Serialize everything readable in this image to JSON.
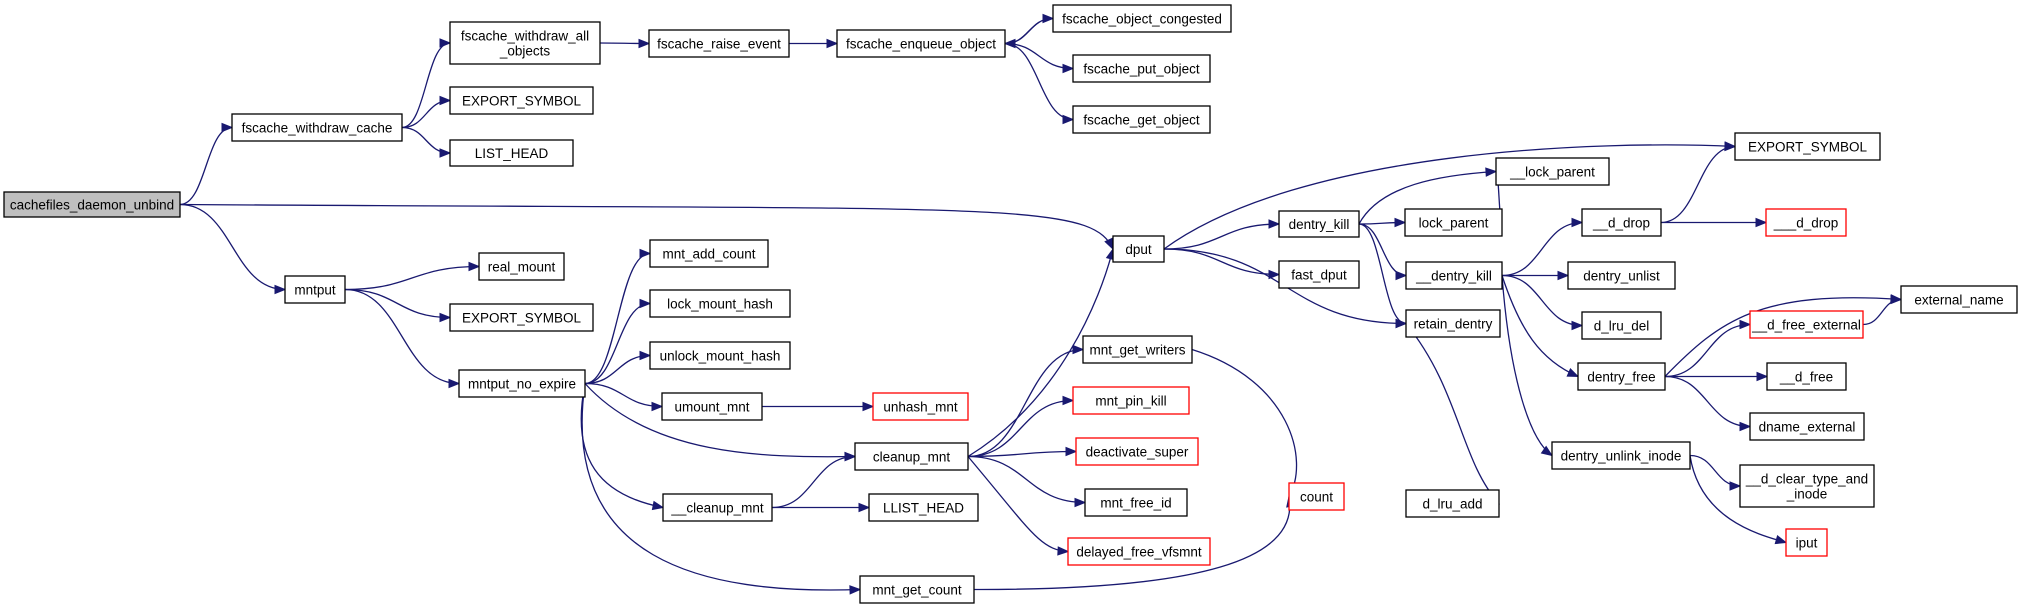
{
  "graph": {
    "root": "cachefiles_daemon_unbind",
    "nodes": [
      {
        "id": "root",
        "lines": [
          "cachefiles_daemon_unbind"
        ],
        "style": "root"
      },
      {
        "id": "withdraw_cache",
        "lines": [
          "fscache_withdraw_cache"
        ]
      },
      {
        "id": "withdraw_all",
        "lines": [
          "fscache_withdraw_all",
          "_objects"
        ]
      },
      {
        "id": "export1",
        "lines": [
          "EXPORT_SYMBOL"
        ]
      },
      {
        "id": "list_head",
        "lines": [
          "LIST_HEAD"
        ]
      },
      {
        "id": "raise_event",
        "lines": [
          "fscache_raise_event"
        ]
      },
      {
        "id": "enqueue",
        "lines": [
          "fscache_enqueue_object"
        ]
      },
      {
        "id": "congested",
        "lines": [
          "fscache_object_congested"
        ]
      },
      {
        "id": "put_object",
        "lines": [
          "fscache_put_object"
        ]
      },
      {
        "id": "get_object",
        "lines": [
          "fscache_get_object"
        ]
      },
      {
        "id": "export2",
        "lines": [
          "EXPORT_SYMBOL"
        ]
      },
      {
        "id": "lock_parent_u",
        "lines": [
          "__lock_parent"
        ]
      },
      {
        "id": "dput",
        "lines": [
          "dput"
        ]
      },
      {
        "id": "dentry_kill",
        "lines": [
          "dentry_kill"
        ]
      },
      {
        "id": "lock_parent",
        "lines": [
          "lock_parent"
        ]
      },
      {
        "id": "d_drop_u",
        "lines": [
          "__d_drop"
        ]
      },
      {
        "id": "d_drop_uu",
        "lines": [
          "___d_drop"
        ],
        "style": "red"
      },
      {
        "id": "fast_dput",
        "lines": [
          "fast_dput"
        ]
      },
      {
        "id": "dentry_kill_u",
        "lines": [
          "__dentry_kill"
        ]
      },
      {
        "id": "dentry_unlist",
        "lines": [
          "dentry_unlist"
        ]
      },
      {
        "id": "d_lru_del",
        "lines": [
          "d_lru_del"
        ]
      },
      {
        "id": "retain_dentry",
        "lines": [
          "retain_dentry"
        ]
      },
      {
        "id": "external_name",
        "lines": [
          "external_name"
        ]
      },
      {
        "id": "d_free_external",
        "lines": [
          "__d_free_external"
        ],
        "style": "red"
      },
      {
        "id": "dentry_free",
        "lines": [
          "dentry_free"
        ]
      },
      {
        "id": "d_free",
        "lines": [
          "__d_free"
        ]
      },
      {
        "id": "dname_external",
        "lines": [
          "dname_external"
        ]
      },
      {
        "id": "dentry_unlink_inode",
        "lines": [
          "dentry_unlink_inode"
        ]
      },
      {
        "id": "d_clear_type",
        "lines": [
          "__d_clear_type_and",
          "_inode"
        ]
      },
      {
        "id": "iput",
        "lines": [
          "iput"
        ],
        "style": "red"
      },
      {
        "id": "d_lru_add",
        "lines": [
          "d_lru_add"
        ]
      },
      {
        "id": "mntput",
        "lines": [
          "mntput"
        ]
      },
      {
        "id": "real_mount",
        "lines": [
          "real_mount"
        ]
      },
      {
        "id": "export3",
        "lines": [
          "EXPORT_SYMBOL"
        ]
      },
      {
        "id": "mntput_no_expire",
        "lines": [
          "mntput_no_expire"
        ]
      },
      {
        "id": "mnt_add_count",
        "lines": [
          "mnt_add_count"
        ]
      },
      {
        "id": "lock_mount_hash",
        "lines": [
          "lock_mount_hash"
        ]
      },
      {
        "id": "unlock_mount_hash",
        "lines": [
          "unlock_mount_hash"
        ]
      },
      {
        "id": "umount_mnt",
        "lines": [
          "umount_mnt"
        ]
      },
      {
        "id": "unhash_mnt",
        "lines": [
          "unhash_mnt"
        ],
        "style": "red"
      },
      {
        "id": "cleanup_mnt",
        "lines": [
          "cleanup_mnt"
        ]
      },
      {
        "id": "cleanup_mnt_u",
        "lines": [
          "__cleanup_mnt"
        ]
      },
      {
        "id": "llist_head",
        "lines": [
          "LLIST_HEAD"
        ]
      },
      {
        "id": "mnt_get_writers",
        "lines": [
          "mnt_get_writers"
        ]
      },
      {
        "id": "mnt_pin_kill",
        "lines": [
          "mnt_pin_kill"
        ],
        "style": "red"
      },
      {
        "id": "deactivate_super",
        "lines": [
          "deactivate_super"
        ],
        "style": "red"
      },
      {
        "id": "mnt_free_id",
        "lines": [
          "mnt_free_id"
        ]
      },
      {
        "id": "delayed_free",
        "lines": [
          "delayed_free_vfsmnt"
        ],
        "style": "red"
      },
      {
        "id": "count",
        "lines": [
          "count"
        ],
        "style": "red"
      },
      {
        "id": "mnt_get_count",
        "lines": [
          "mnt_get_count"
        ]
      }
    ],
    "edges": [
      [
        "root",
        "withdraw_cache"
      ],
      [
        "root",
        "dput"
      ],
      [
        "root",
        "mntput"
      ],
      [
        "withdraw_cache",
        "withdraw_all"
      ],
      [
        "withdraw_cache",
        "export1"
      ],
      [
        "withdraw_cache",
        "list_head"
      ],
      [
        "withdraw_all",
        "raise_event"
      ],
      [
        "raise_event",
        "enqueue"
      ],
      [
        "enqueue",
        "congested"
      ],
      [
        "enqueue",
        "put_object"
      ],
      [
        "enqueue",
        "get_object"
      ],
      [
        "congested",
        "enqueue"
      ],
      [
        "dput",
        "export2"
      ],
      [
        "dput",
        "dentry_kill"
      ],
      [
        "dput",
        "fast_dput"
      ],
      [
        "dput",
        "retain_dentry"
      ],
      [
        "dentry_kill",
        "lock_parent_u"
      ],
      [
        "dentry_kill",
        "lock_parent"
      ],
      [
        "dentry_kill",
        "dentry_kill_u"
      ],
      [
        "dentry_kill",
        "retain_dentry"
      ],
      [
        "lock_parent",
        "lock_parent_u"
      ],
      [
        "dentry_kill_u",
        "d_drop_u"
      ],
      [
        "dentry_kill_u",
        "dentry_unlist"
      ],
      [
        "dentry_kill_u",
        "d_lru_del"
      ],
      [
        "dentry_kill_u",
        "dentry_free"
      ],
      [
        "dentry_kill_u",
        "dentry_unlink_inode"
      ],
      [
        "d_drop_u",
        "export2"
      ],
      [
        "d_drop_u",
        "d_drop_uu"
      ],
      [
        "dentry_free",
        "external_name"
      ],
      [
        "dentry_free",
        "d_free_external"
      ],
      [
        "dentry_free",
        "d_free"
      ],
      [
        "dentry_free",
        "dname_external"
      ],
      [
        "d_free_external",
        "external_name"
      ],
      [
        "dentry_unlink_inode",
        "d_clear_type"
      ],
      [
        "dentry_unlink_inode",
        "iput"
      ],
      [
        "retain_dentry",
        "d_lru_add"
      ],
      [
        "mntput",
        "real_mount"
      ],
      [
        "mntput",
        "export3"
      ],
      [
        "mntput",
        "mntput_no_expire"
      ],
      [
        "mntput_no_expire",
        "mnt_add_count"
      ],
      [
        "mntput_no_expire",
        "lock_mount_hash"
      ],
      [
        "mntput_no_expire",
        "unlock_mount_hash"
      ],
      [
        "mntput_no_expire",
        "umount_mnt"
      ],
      [
        "mntput_no_expire",
        "cleanup_mnt"
      ],
      [
        "mntput_no_expire",
        "cleanup_mnt_u"
      ],
      [
        "mntput_no_expire",
        "mnt_get_count"
      ],
      [
        "umount_mnt",
        "unhash_mnt"
      ],
      [
        "cleanup_mnt_u",
        "cleanup_mnt"
      ],
      [
        "cleanup_mnt_u",
        "llist_head"
      ],
      [
        "cleanup_mnt",
        "dput"
      ],
      [
        "cleanup_mnt",
        "mnt_get_writers"
      ],
      [
        "cleanup_mnt",
        "mnt_pin_kill"
      ],
      [
        "cleanup_mnt",
        "deactivate_super"
      ],
      [
        "cleanup_mnt",
        "mnt_free_id"
      ],
      [
        "cleanup_mnt",
        "delayed_free"
      ],
      [
        "mnt_get_writers",
        "count"
      ],
      [
        "mnt_get_count",
        "count"
      ]
    ]
  }
}
